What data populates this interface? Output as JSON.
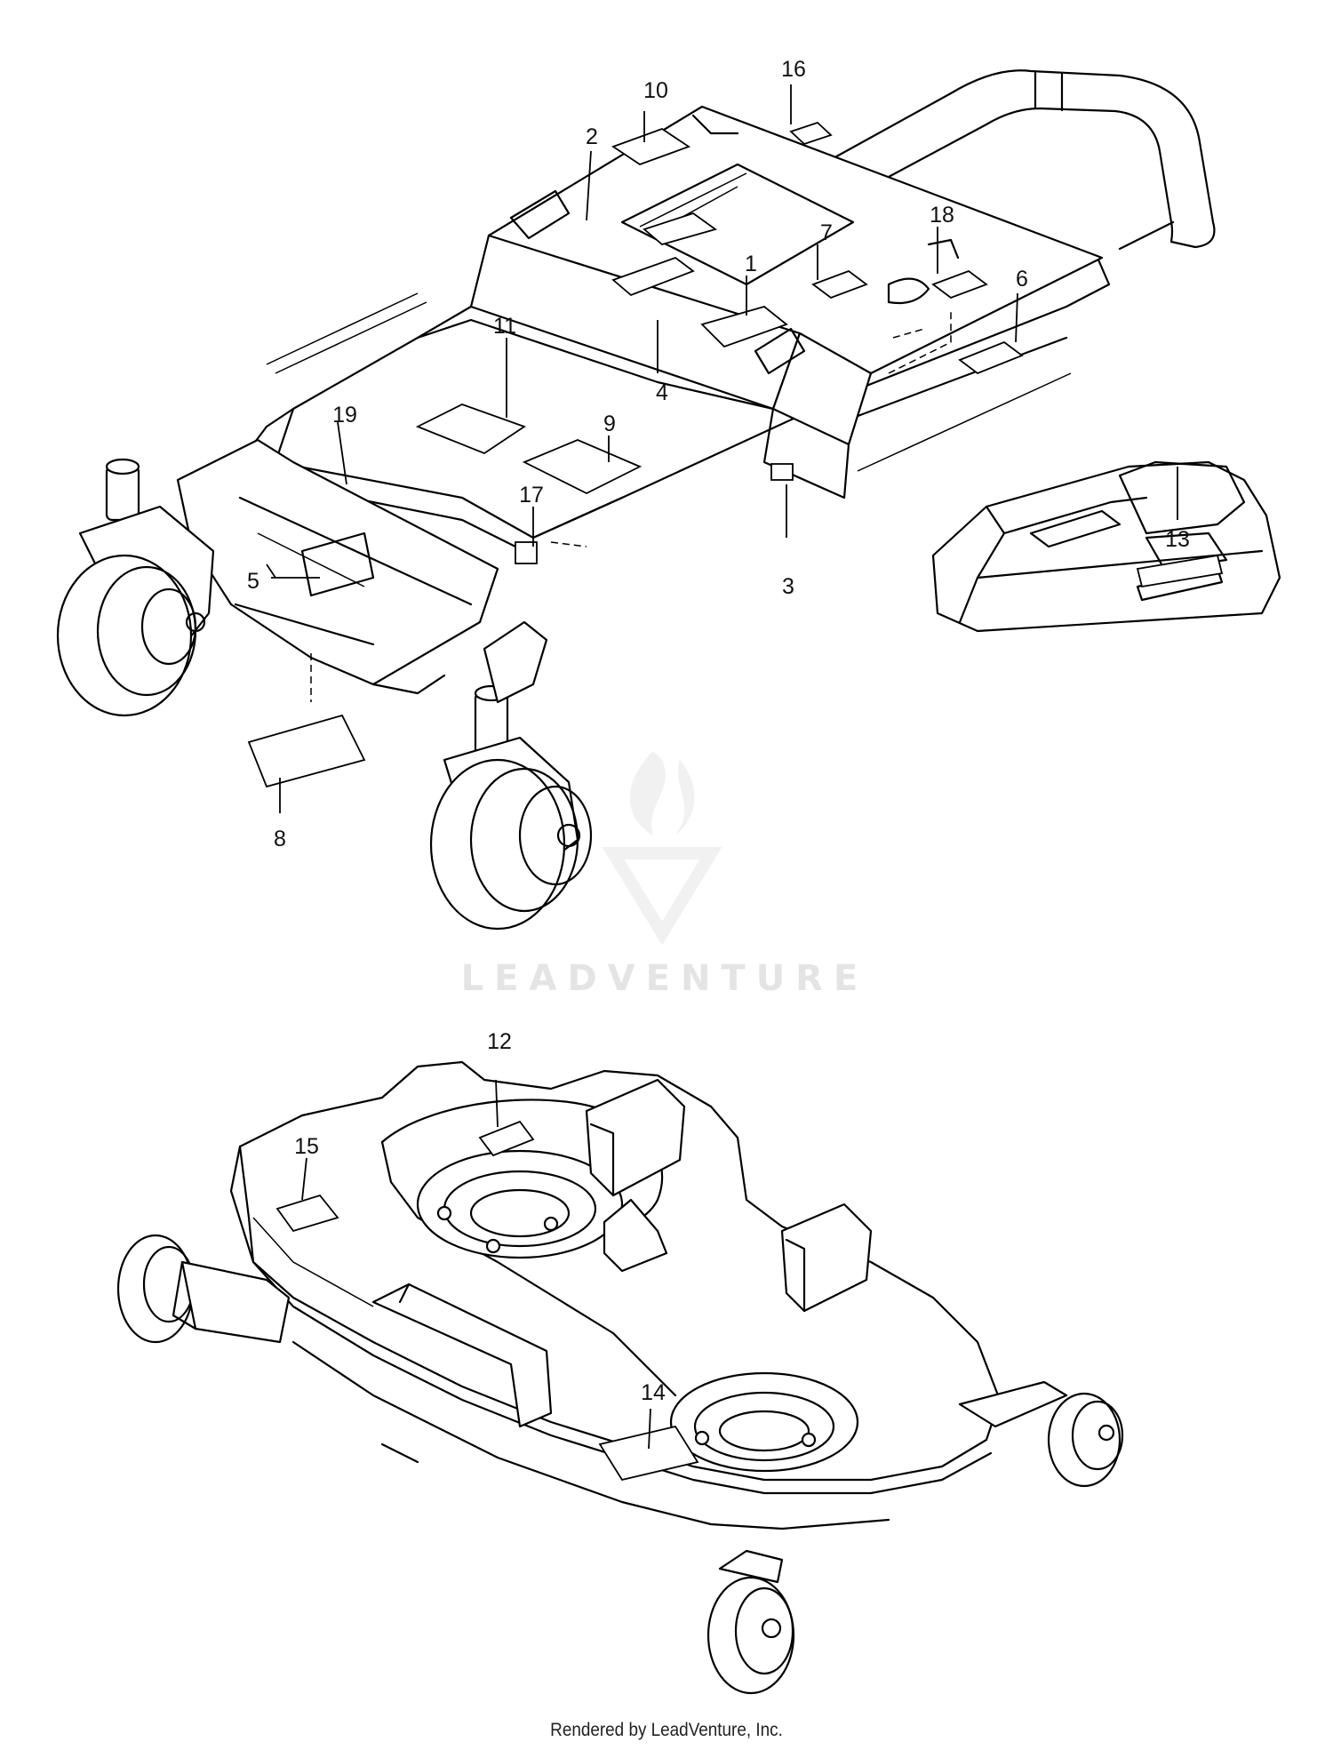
{
  "diagram": {
    "callouts": [
      {
        "id": "c1",
        "label": "1"
      },
      {
        "id": "c2",
        "label": "2"
      },
      {
        "id": "c3",
        "label": "3"
      },
      {
        "id": "c4",
        "label": "4"
      },
      {
        "id": "c5",
        "label": "5"
      },
      {
        "id": "c6",
        "label": "6"
      },
      {
        "id": "c7",
        "label": "7"
      },
      {
        "id": "c8",
        "label": "8"
      },
      {
        "id": "c9",
        "label": "9"
      },
      {
        "id": "c10",
        "label": "10"
      },
      {
        "id": "c11",
        "label": "11"
      },
      {
        "id": "c12",
        "label": "12"
      },
      {
        "id": "c13",
        "label": "13"
      },
      {
        "id": "c14",
        "label": "14"
      },
      {
        "id": "c15",
        "label": "15"
      },
      {
        "id": "c16",
        "label": "16"
      },
      {
        "id": "c17",
        "label": "17"
      },
      {
        "id": "c18",
        "label": "18"
      },
      {
        "id": "c19",
        "label": "19"
      }
    ],
    "watermark": "LEADVENTURE",
    "footer": "Rendered by LeadVenture, Inc."
  }
}
